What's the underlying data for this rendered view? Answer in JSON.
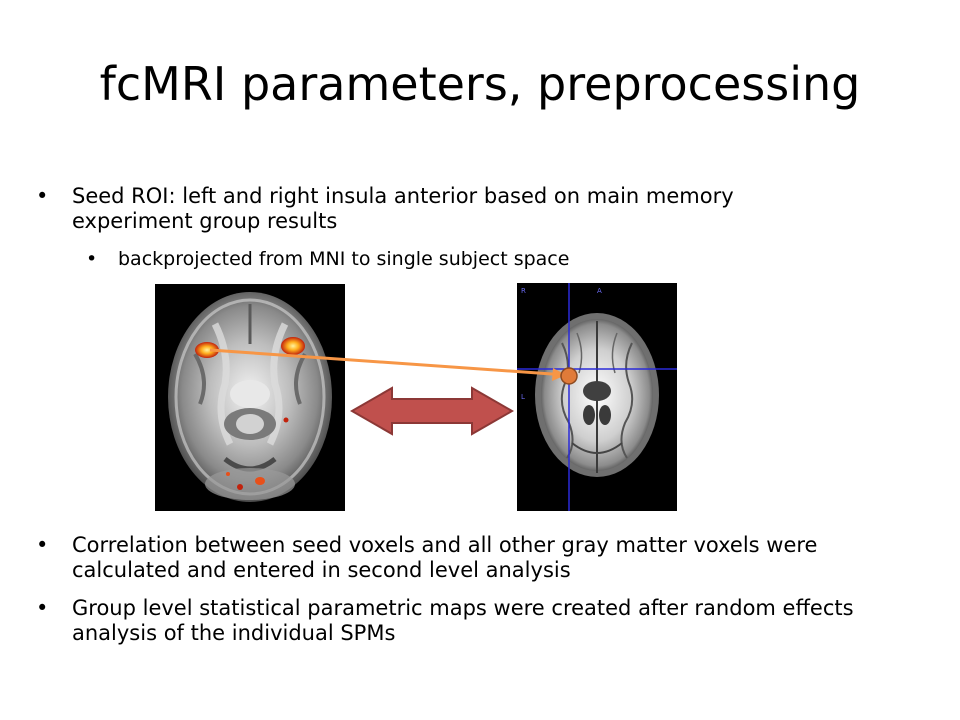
{
  "slide": {
    "title": "fcMRI parameters, preprocessing",
    "bullets": [
      {
        "text": "Seed ROI: left and right insula anterior based on main memory experiment group results",
        "level": 1
      },
      {
        "text": "backprojected from MNI to single subject space",
        "level": 2
      },
      {
        "text": "Correlation between seed voxels and all other gray matter voxels were calculated and entered in second level analysis",
        "level": 1
      },
      {
        "text": "Group level statistical parametric maps were created after random effects analysis of the individual SPMs",
        "level": 1
      }
    ],
    "bullet_glyph": "•"
  },
  "images": {
    "left_scan": {
      "description_icon": "brain-axial-group-map-icon"
    },
    "right_scan": {
      "description_icon": "brain-axial-single-subject-icon",
      "corner_labels": [
        "R",
        "A",
        "L"
      ]
    }
  },
  "colors": {
    "double_arrow_fill": "#c0504d",
    "double_arrow_stroke": "#8c3836",
    "connector_line": "#f79646",
    "seed_dot": "#e07b39",
    "crosshair": "#2a2ad8",
    "activation_hot": "#ffd84a",
    "activation_mid": "#e8501a"
  }
}
